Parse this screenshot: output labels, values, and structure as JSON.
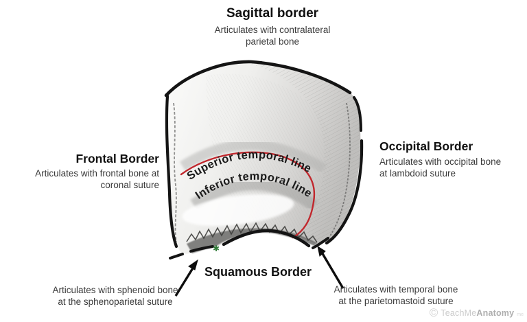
{
  "figure": {
    "subject": "Parietal bone - borders (lateral view)",
    "labels": {
      "sagittal": {
        "title": "Sagittal border",
        "line1": "Articulates with contralateral",
        "line2": "parietal bone"
      },
      "frontal": {
        "title": "Frontal Border",
        "line1": "Articulates with frontal bone at",
        "line2": "coronal suture"
      },
      "occipital": {
        "title": "Occipital Border",
        "line1": "Articulates with occipital bone",
        "line2": "at lambdoid suture"
      },
      "squamous": {
        "title": "Squamous Border"
      },
      "sphenoid_note": {
        "line1": "Articulates with sphenoid bone",
        "line2": "at the sphenoparietal suture"
      },
      "temporal_note": {
        "line1": "Articulates with temporal bone",
        "line2": "at the parietomastoid suture"
      }
    },
    "annotations": {
      "superior_temporal_line": "Superior temporal line",
      "inferior_temporal_line": "Inferior temporal line",
      "asterisk_marker": "✱"
    },
    "watermark": {
      "copyright_symbol": "©",
      "brand_light": "TeachMe",
      "brand_bold": "Anatomy",
      "suffix": "me"
    },
    "colors": {
      "temporal_line": "#c1272d",
      "asterisk": "#2f7a37",
      "outline": "#141414"
    }
  }
}
